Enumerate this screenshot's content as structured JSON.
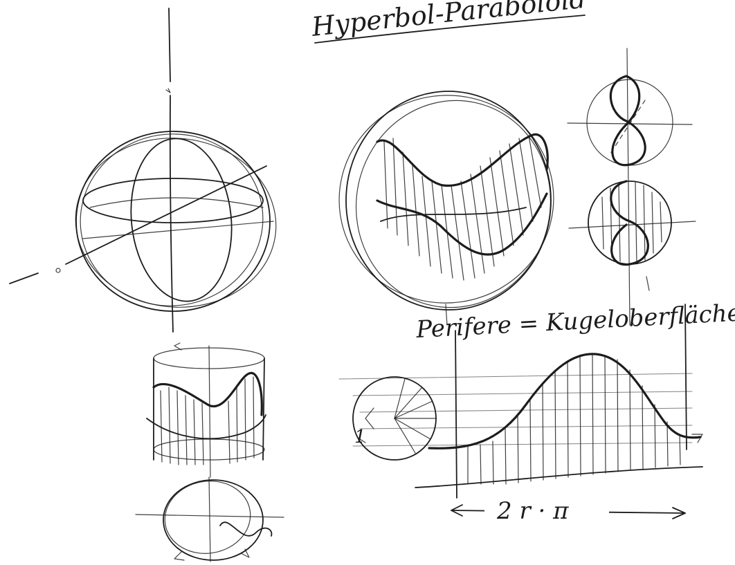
{
  "title": "Hyperbol-Paraboloid",
  "annotations": {
    "periphery": "Perifere = Kugeloberfläche",
    "period": "2 r · π"
  },
  "colors": {
    "ink": "#1c1c1c",
    "paper": "#ffffff"
  }
}
